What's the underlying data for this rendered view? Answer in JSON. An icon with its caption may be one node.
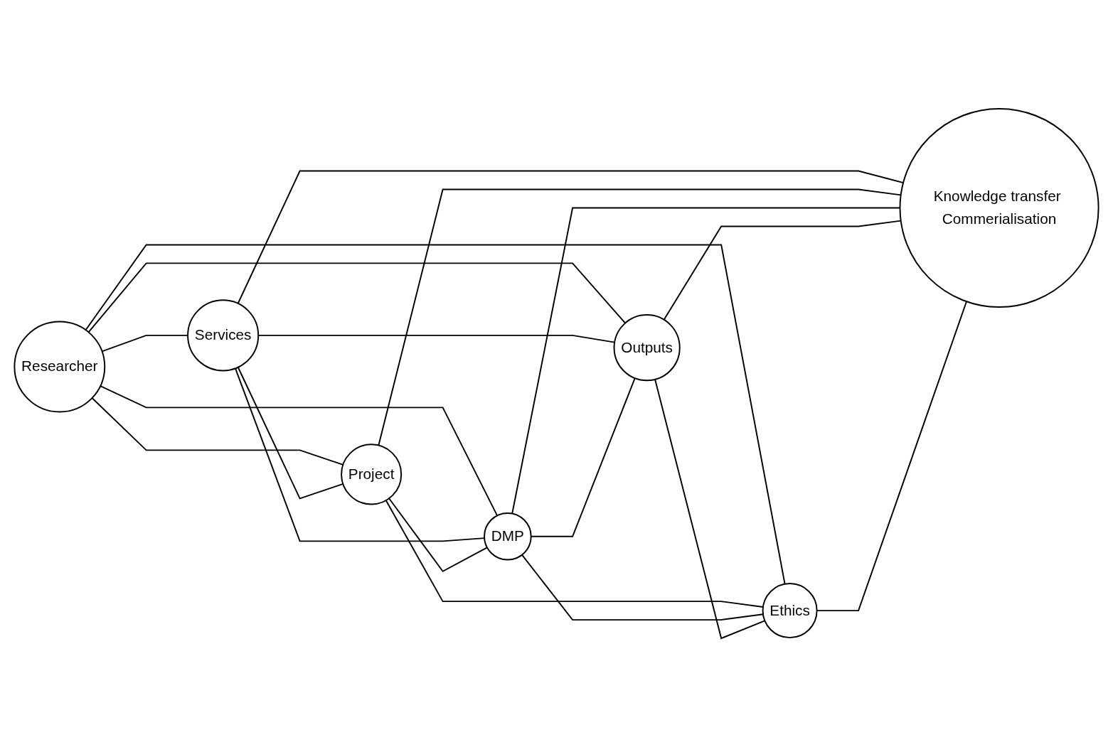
{
  "diagram": {
    "nodes": [
      {
        "text": [
          "Researcher"
        ]
      },
      {
        "text": [
          "Services"
        ]
      },
      {
        "text": [
          "Project"
        ]
      },
      {
        "text": [
          "DMP"
        ]
      },
      {
        "text": [
          "Outputs"
        ]
      },
      {
        "text": [
          "Ethics"
        ]
      },
      {
        "text": [
          "Knowledge transfer Commerialisation"
        ]
      }
    ],
    "edges": [
      {
        "from": 0,
        "to": 1,
        "arrow": "none"
      },
      {
        "from": 0,
        "to": 2,
        "arrow": "none"
      },
      {
        "from": 0,
        "to": 5,
        "arrow": "none"
      },
      {
        "from": 0,
        "to": 3,
        "arrow": "none"
      },
      {
        "from": 0,
        "to": 4,
        "arrow": "none"
      },
      {
        "from": 1,
        "to": 2,
        "arrow": "none"
      },
      {
        "from": 1,
        "to": 3,
        "arrow": "none"
      },
      {
        "from": 1,
        "to": 6,
        "arrow": "none"
      },
      {
        "from": 1,
        "to": 4,
        "arrow": "none"
      },
      {
        "from": 2,
        "to": 3,
        "arrow": "none"
      },
      {
        "from": 2,
        "to": 5,
        "arrow": "none"
      },
      {
        "from": 2,
        "to": 6,
        "arrow": "none"
      },
      {
        "from": 3,
        "to": 4,
        "arrow": "none"
      },
      {
        "from": 3,
        "to": 5,
        "arrow": "none"
      },
      {
        "from": 3,
        "to": 6,
        "arrow": "none"
      },
      {
        "from": 4,
        "to": 5,
        "arrow": "none"
      },
      {
        "from": 4,
        "to": 6,
        "arrow": "none"
      },
      {
        "from": 5,
        "to": 6,
        "arrow": "none"
      }
    ]
  }
}
